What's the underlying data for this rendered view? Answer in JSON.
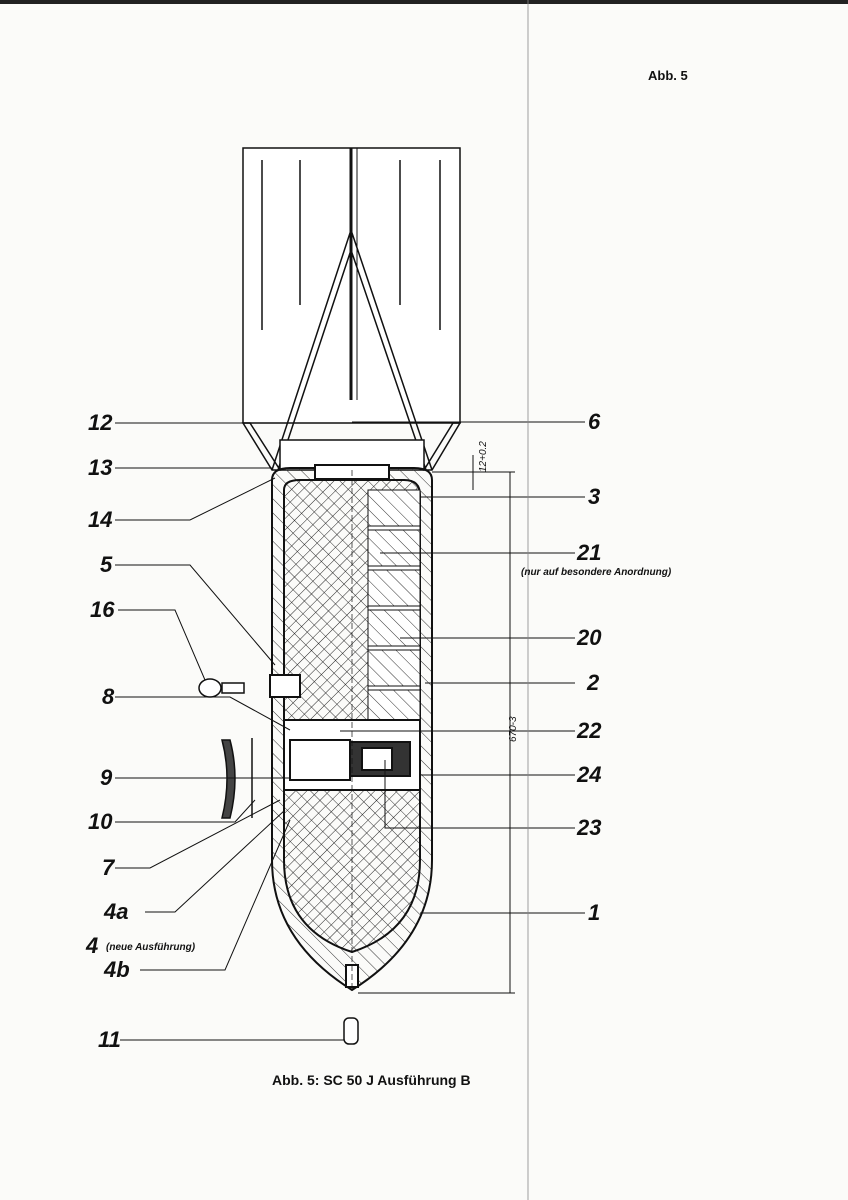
{
  "header": {
    "figure_ref": "Abb. 5"
  },
  "caption": "Abb. 5: SC 50 J Ausführung B",
  "dimensions": {
    "overall_length": "670-3",
    "gap": "12+0.2"
  },
  "labels_left": [
    "12",
    "13",
    "14",
    "5",
    "16",
    "8",
    "9",
    "10",
    "7",
    "4a",
    "4",
    "4b",
    "11"
  ],
  "labels_right": [
    "6",
    "3",
    "21",
    "20",
    "2",
    "22",
    "24",
    "23",
    "1"
  ],
  "notes": {
    "part_21": "(nur auf besondere Anordnung)",
    "part_4": "(neue Ausführung)"
  }
}
